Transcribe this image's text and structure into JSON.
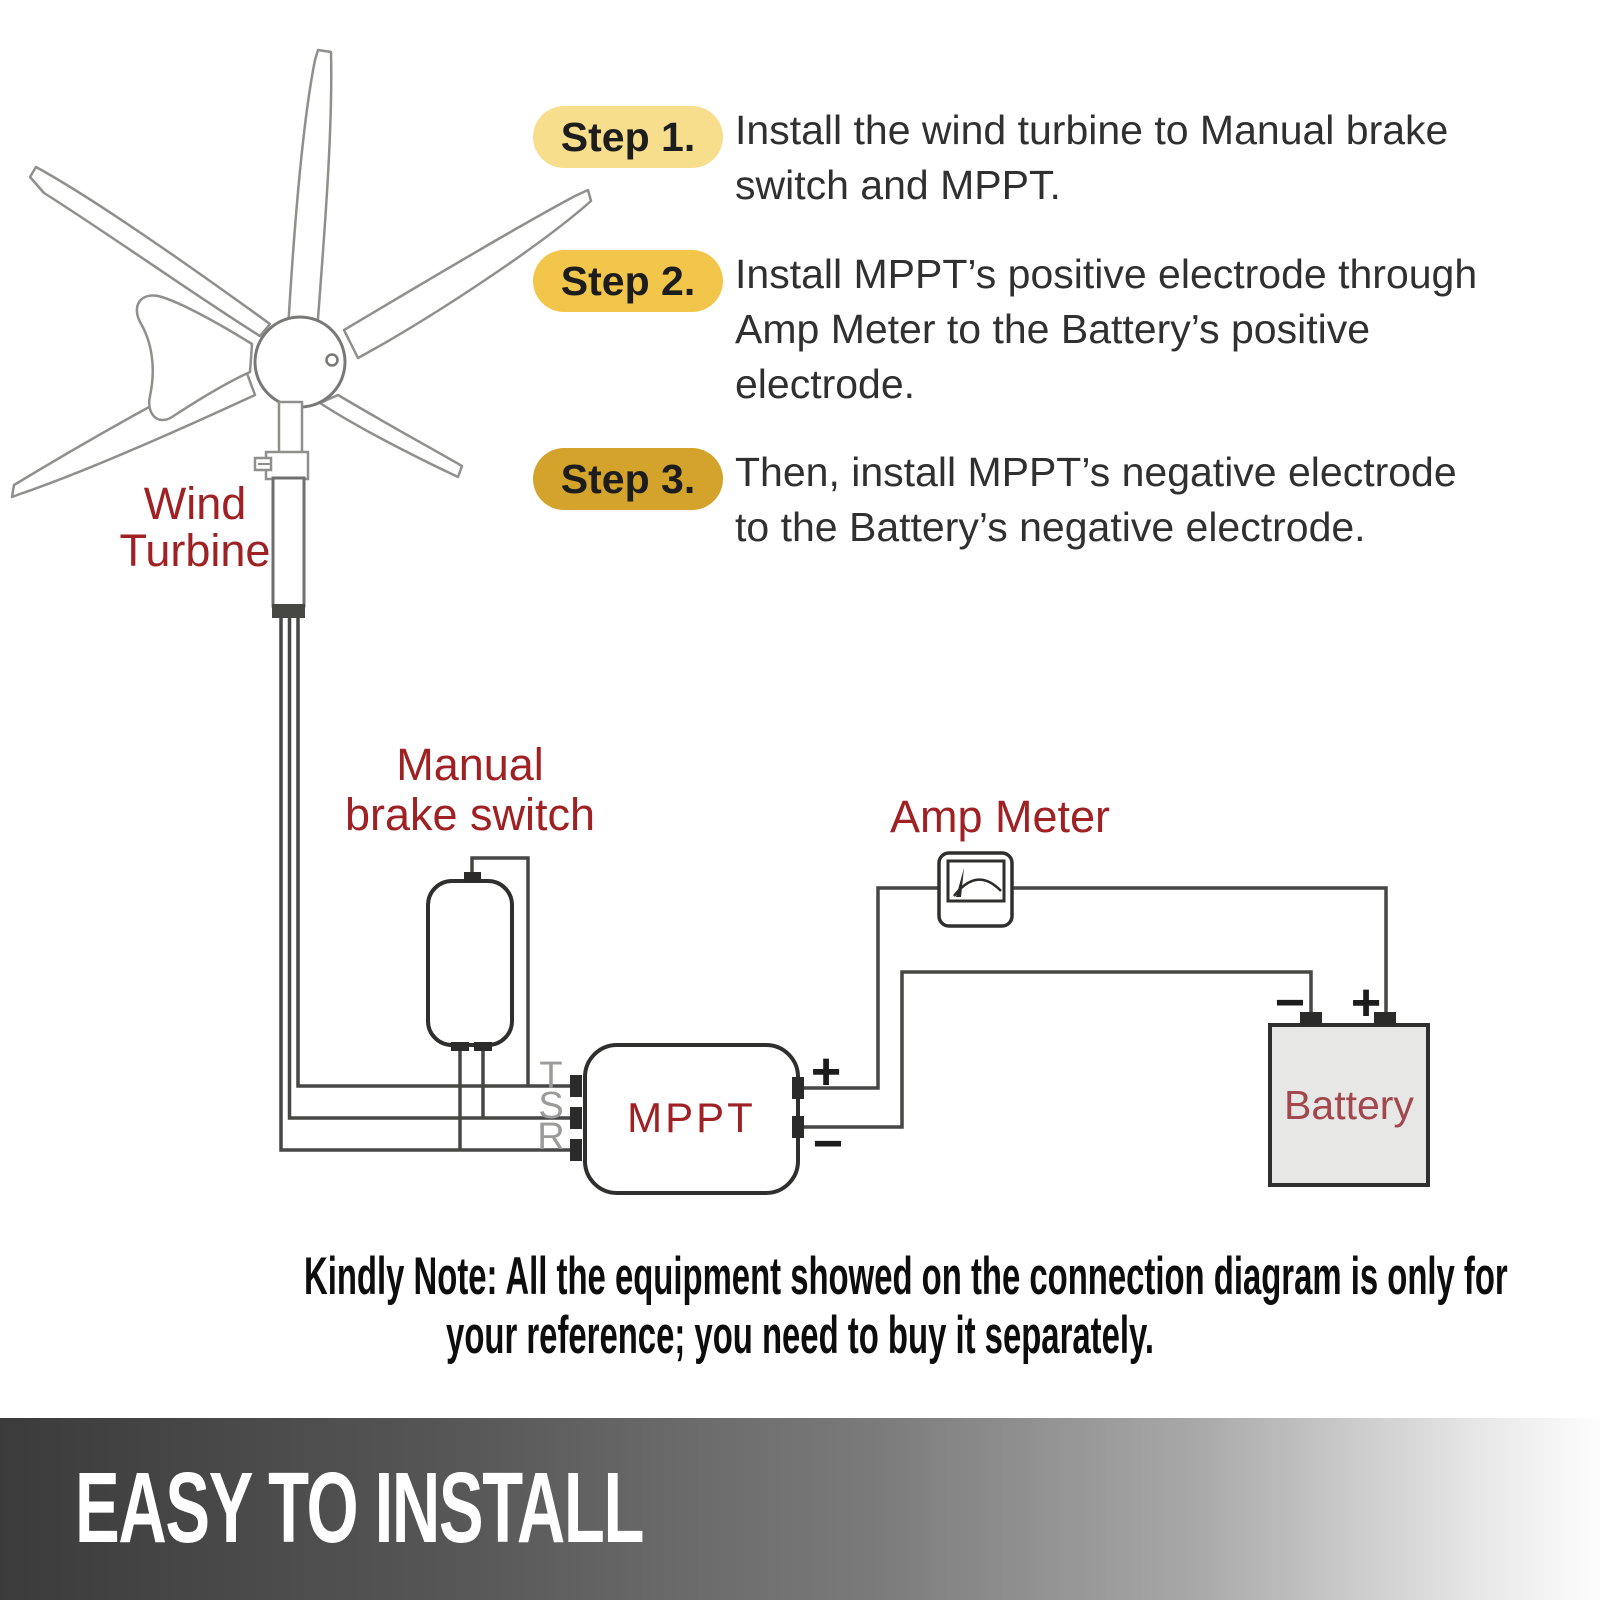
{
  "steps": [
    {
      "badge": "Step 1.",
      "badge_color": "#f7de8c",
      "lines": [
        "Install the wind turbine to Manual brake",
        "switch and MPPT."
      ]
    },
    {
      "badge": "Step 2.",
      "badge_color": "#f2c64a",
      "lines": [
        "Install MPPT’s positive electrode through",
        "Amp Meter to the Battery’s positive",
        "electrode."
      ]
    },
    {
      "badge": "Step 3.",
      "badge_color": "#d3a32c",
      "lines": [
        "Then, install MPPT’s negative electrode",
        "to the Battery’s negative electrode."
      ]
    }
  ],
  "labels": {
    "wind_turbine": [
      "Wind",
      "Turbine"
    ],
    "manual_brake": [
      "Manual",
      "brake switch"
    ],
    "amp_meter": "Amp Meter",
    "mppt": "MPPT",
    "battery": "Battery"
  },
  "terminals": {
    "t": "T",
    "s": "S",
    "r": "R",
    "mppt_plus": "+",
    "mppt_minus": "−",
    "battery_plus": "+",
    "battery_minus": "−"
  },
  "note": {
    "lines": [
      "Kindly Note: All the equipment showed on the connection diagram is only for",
      "your reference; you need to buy it separately."
    ]
  },
  "banner": {
    "title": "EASY TO INSTALL"
  },
  "colors": {
    "label_red": "#9f2124",
    "battery_label_red": "#a2474d",
    "terminal_gray": "#9b9b99",
    "wire": "#474744",
    "battery_fill": "#e7e7e5",
    "banner_dark": "#3b3b3b"
  }
}
